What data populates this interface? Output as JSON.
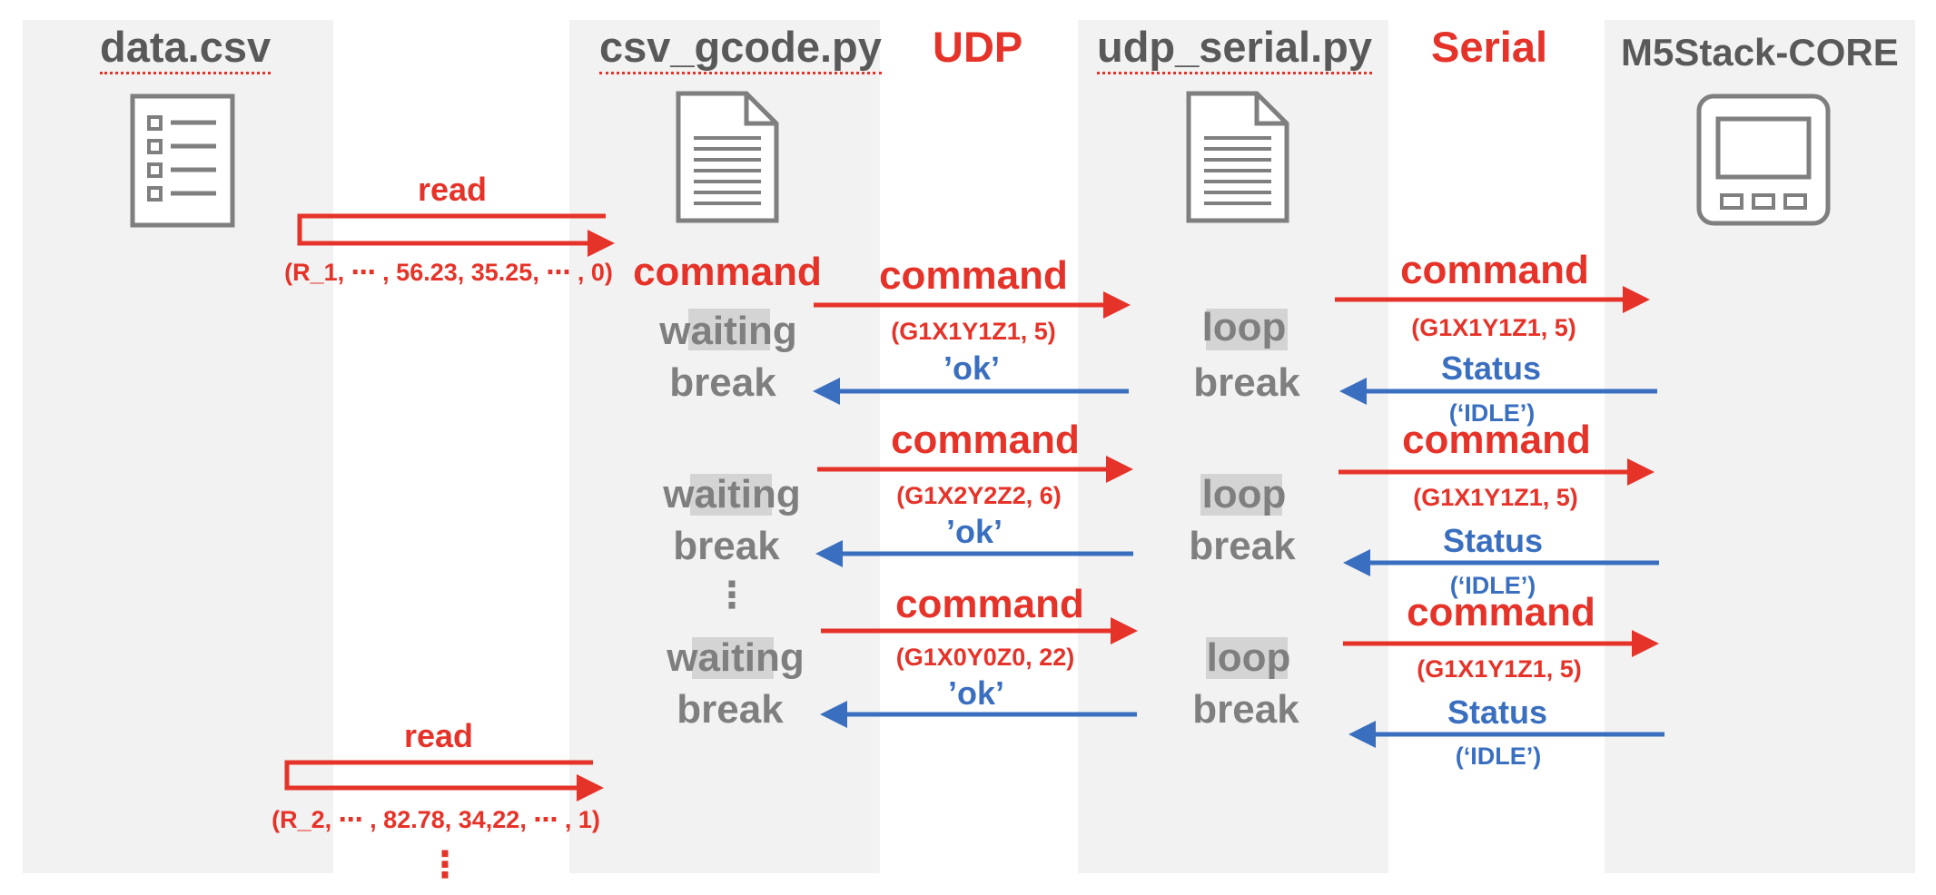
{
  "lanes": {
    "data_csv": "data.csv",
    "csv_gcode": "csv_gcode.py",
    "udp": "UDP",
    "udp_serial": "udp_serial.py",
    "serial": "Serial",
    "m5stack": "M5Stack-CORE"
  },
  "icons": {
    "data_csv": "checklist-icon",
    "csv_gcode": "document-icon",
    "udp_serial": "document-icon",
    "m5stack": "device-screen-icon"
  },
  "reads": [
    {
      "label": "read",
      "values": "(R_1, ⋯ , 56.23, 35.25, ⋯ , 0)"
    },
    {
      "label": "read",
      "values": "(R_2, ⋯ , 82.78, 34,22, ⋯ , 1)"
    }
  ],
  "csv_gcode_command": "command",
  "blocks": [
    {
      "waiting": "waiting",
      "break_left": "break",
      "udp_command": "command",
      "udp_params": "(G1X1Y1Z1, 5)",
      "udp_reply": "’ok’",
      "loop": "loop",
      "break_right": "break",
      "serial_command": "command",
      "serial_params": "(G1X1Y1Z1, 5)",
      "serial_status": "Status",
      "serial_status_value": "(‘IDLE’)"
    },
    {
      "waiting": "waiting",
      "break_left": "break",
      "udp_command": "command",
      "udp_params": "(G1X2Y2Z2, 6)",
      "udp_reply": "’ok’",
      "loop": "loop",
      "break_right": "break",
      "serial_command": "command",
      "serial_params": "(G1X1Y1Z1, 5)",
      "serial_status": "Status",
      "serial_status_value": "(‘IDLE’)"
    },
    {
      "waiting": "waiting",
      "break_left": "break",
      "udp_command": "command",
      "udp_params": "(G1X0Y0Z0, 22)",
      "udp_reply": "’ok’",
      "loop": "loop",
      "break_right": "break",
      "serial_command": "command",
      "serial_params": "(G1X1Y1Z1, 5)",
      "serial_status": "Status",
      "serial_status_value": "(‘IDLE’)"
    }
  ],
  "ellipsis_mid": "⋮",
  "ellipsis_bottom": "⋮",
  "colors": {
    "red": "#e63329",
    "blue": "#3a6fc0",
    "gray_text": "#7f7f7f",
    "lane_bg": "#f2f2f2"
  }
}
